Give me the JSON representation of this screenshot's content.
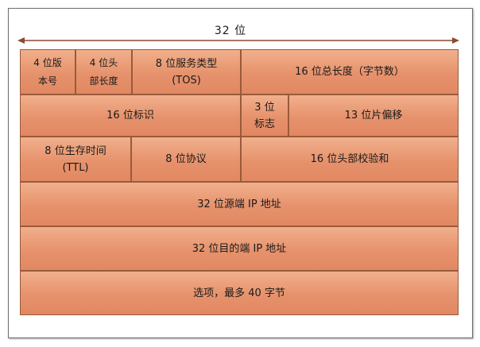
{
  "width_label": "32 位",
  "colors": {
    "cell_fill": "#e6926c",
    "cell_border": "#9a5a3a",
    "arrow": "#8a4a30"
  },
  "rows": [
    {
      "fields": [
        {
          "id": "version",
          "label": "4 位版\n本号"
        },
        {
          "id": "header-length",
          "label": "4 位头\n部长度"
        },
        {
          "id": "tos",
          "label": "8 位服务类型\n(TOS)"
        },
        {
          "id": "total-length",
          "label": "16 位总长度（字节数）"
        }
      ]
    },
    {
      "fields": [
        {
          "id": "identification",
          "label": "16 位标识"
        },
        {
          "id": "flags",
          "label": "3 位\n标志"
        },
        {
          "id": "fragment-offset",
          "label": "13 位片偏移"
        }
      ]
    },
    {
      "fields": [
        {
          "id": "ttl",
          "label": "8 位生存时间\n(TTL)"
        },
        {
          "id": "protocol",
          "label": "8 位协议"
        },
        {
          "id": "header-checksum",
          "label": "16 位头部校验和"
        }
      ]
    },
    {
      "fields": [
        {
          "id": "source-ip",
          "label": "32 位源端 IP 地址"
        }
      ]
    },
    {
      "fields": [
        {
          "id": "destination-ip",
          "label": "32 位目的端 IP 地址"
        }
      ]
    },
    {
      "fields": [
        {
          "id": "options",
          "label": "选项，最多 40 字节"
        }
      ]
    }
  ]
}
